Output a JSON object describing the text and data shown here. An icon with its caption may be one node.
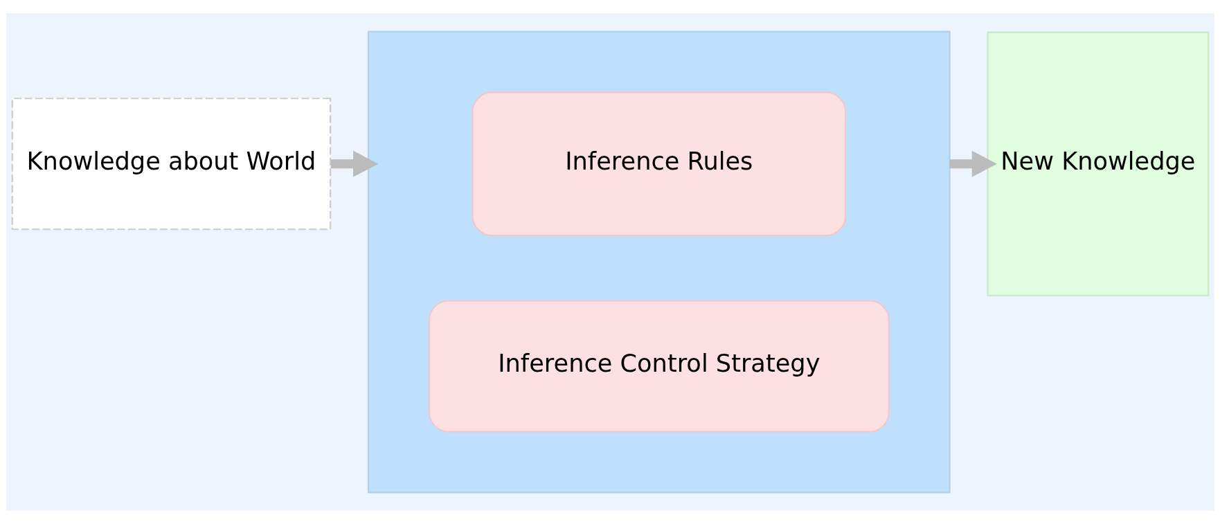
{
  "diagram": {
    "nodes": [
      {
        "text": [
          "Knowledge about World"
        ]
      },
      {
        "text": [],
        "shape": "box"
      },
      {
        "text": [
          "Inference Rules"
        ],
        "in": 1
      },
      {
        "text": [
          "Inference Control Strategy"
        ],
        "in": 1
      },
      {
        "text": [
          "New Knowledge"
        ]
      }
    ],
    "edges": [
      {
        "from": 0,
        "to": 1,
        "arrow": "to"
      },
      {
        "from": 1,
        "to": 4,
        "arrow": "to"
      }
    ]
  }
}
